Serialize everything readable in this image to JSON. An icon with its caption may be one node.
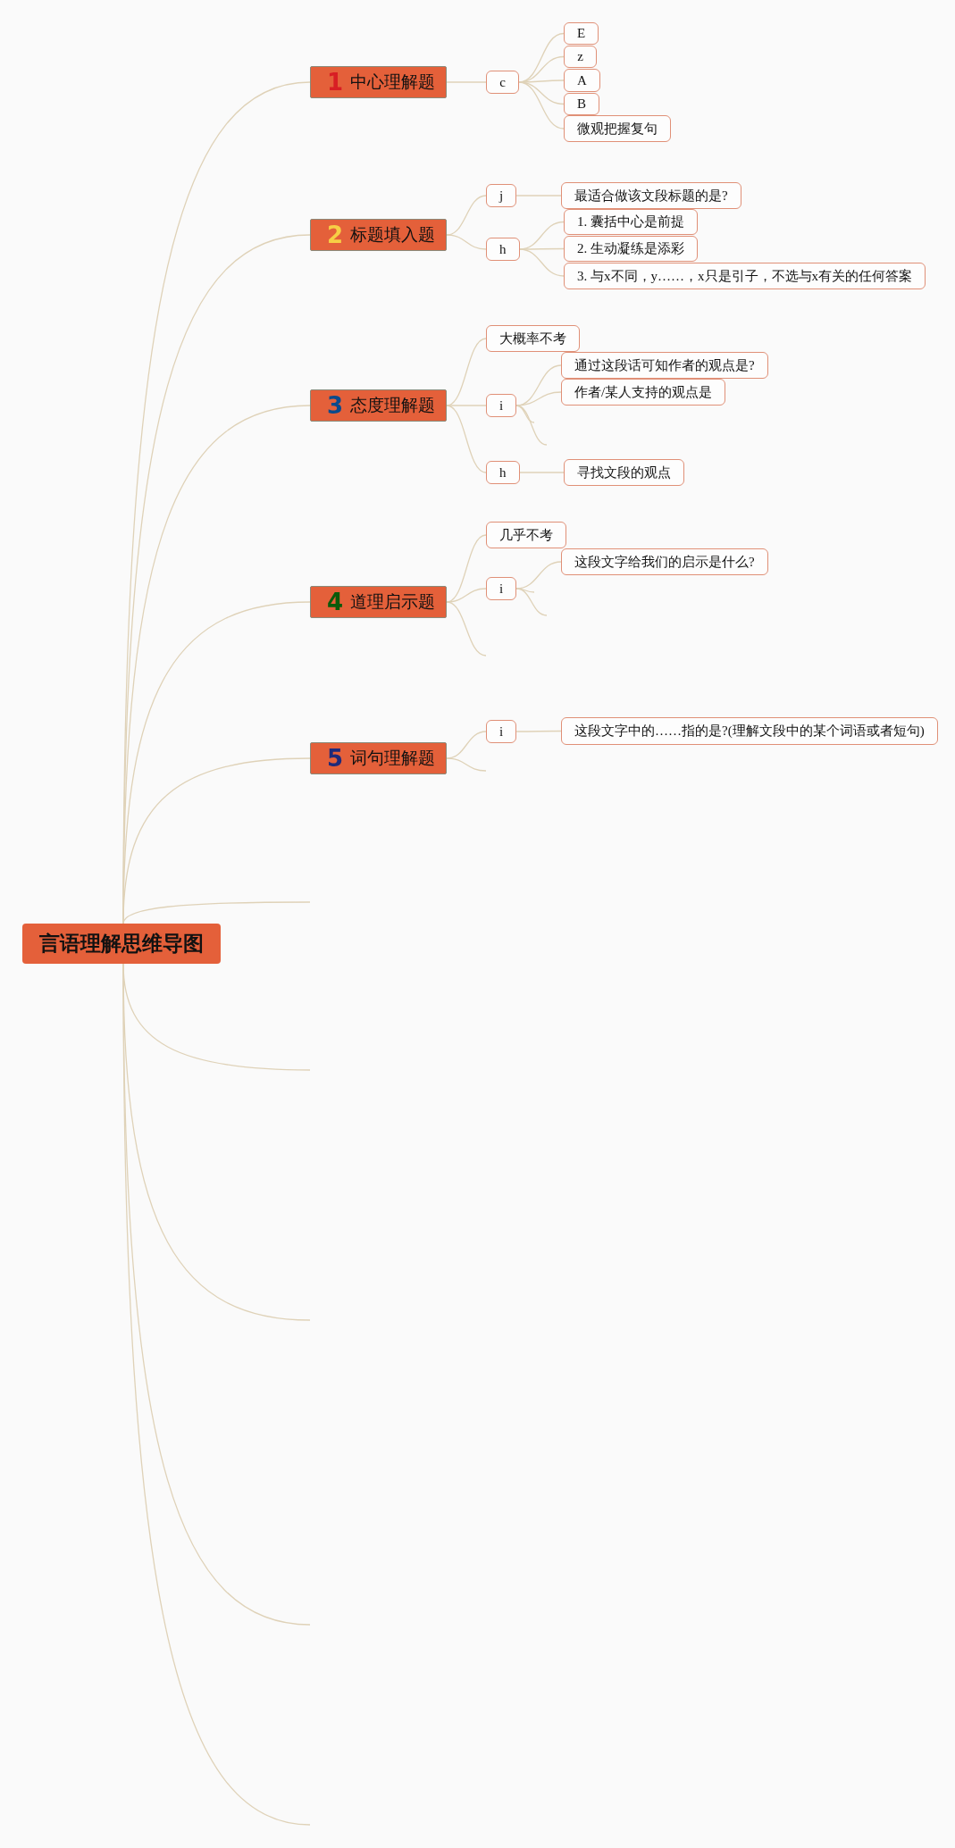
{
  "diagram": {
    "nodes": [
      {
        "text": [
          "言语理解思维导图"
        ]
      },
      {
        "text": [
          "1",
          "中心理解题"
        ]
      },
      {
        "text": [
          "c"
        ]
      },
      {
        "text": [
          "E"
        ]
      },
      {
        "text": [
          "z"
        ]
      },
      {
        "text": [
          "A"
        ]
      },
      {
        "text": [
          "B"
        ]
      },
      {
        "text": [
          "微观把握复句"
        ]
      },
      {
        "text": [
          "2",
          "标题填入题"
        ]
      },
      {
        "text": [
          "j"
        ]
      },
      {
        "text": [
          "最适合做该文段标题的是?"
        ]
      },
      {
        "text": [
          "h"
        ]
      },
      {
        "text": [
          "1. 囊括中心是前提"
        ]
      },
      {
        "text": [
          "2. 生动凝练是添彩"
        ]
      },
      {
        "text": [
          "3. 与x不同，y……，x只是引子，不选与x有关的任何答案"
        ]
      },
      {
        "text": [
          "3",
          "态度理解题"
        ]
      },
      {
        "text": [
          "大概率不考"
        ]
      },
      {
        "text": [
          "i"
        ]
      },
      {
        "text": [
          "通过这段话可知作者的观点是?"
        ]
      },
      {
        "text": [
          "作者/某人支持的观点是"
        ]
      },
      {
        "text": [
          "h"
        ]
      },
      {
        "text": [
          "寻找文段的观点"
        ]
      },
      {
        "text": [
          "4",
          "道理启示题"
        ]
      },
      {
        "text": [
          "几乎不考"
        ]
      },
      {
        "text": [
          "i"
        ]
      },
      {
        "text": [
          "这段文字给我们的启示是什么?"
        ]
      },
      {
        "text": [
          "5",
          "词句理解题"
        ]
      },
      {
        "text": [
          "i"
        ]
      },
      {
        "text": [
          "这段文字中的……指的是?(理解文段中的某个词语或者短句)"
        ]
      }
    ],
    "edges": [
      {
        "from": 0,
        "to": 1,
        "arrow": "none"
      },
      {
        "from": 0,
        "to": 8,
        "arrow": "none"
      },
      {
        "from": 0,
        "to": 15,
        "arrow": "none"
      },
      {
        "from": 0,
        "to": 22,
        "arrow": "none"
      },
      {
        "from": 0,
        "to": 26,
        "arrow": "none"
      },
      {
        "from": 0,
        "to": null,
        "arrow": "none"
      },
      {
        "from": 0,
        "to": null,
        "arrow": "none"
      },
      {
        "from": 0,
        "to": null,
        "arrow": "none"
      },
      {
        "from": 0,
        "to": null,
        "arrow": "none"
      },
      {
        "from": 0,
        "to": null,
        "arrow": "none"
      },
      {
        "from": 1,
        "to": 2,
        "arrow": "none"
      },
      {
        "from": 2,
        "to": 3,
        "arrow": "none"
      },
      {
        "from": 2,
        "to": 4,
        "arrow": "none"
      },
      {
        "from": 2,
        "to": 5,
        "arrow": "none"
      },
      {
        "from": 2,
        "to": 6,
        "arrow": "none"
      },
      {
        "from": 2,
        "to": 7,
        "arrow": "none"
      },
      {
        "from": 8,
        "to": 9,
        "arrow": "none"
      },
      {
        "from": 8,
        "to": 11,
        "arrow": "none"
      },
      {
        "from": 9,
        "to": 10,
        "arrow": "none"
      },
      {
        "from": 11,
        "to": 12,
        "arrow": "none"
      },
      {
        "from": 11,
        "to": 13,
        "arrow": "none"
      },
      {
        "from": 11,
        "to": 14,
        "arrow": "none"
      },
      {
        "from": 15,
        "to": 16,
        "arrow": "none"
      },
      {
        "from": 15,
        "to": 17,
        "arrow": "none"
      },
      {
        "from": 15,
        "to": 20,
        "arrow": "none"
      },
      {
        "from": 17,
        "to": 18,
        "arrow": "none"
      },
      {
        "from": 17,
        "to": 19,
        "arrow": "none"
      },
      {
        "from": 17,
        "to": null,
        "arrow": "none"
      },
      {
        "from": 17,
        "to": null,
        "arrow": "none"
      },
      {
        "from": 20,
        "to": 21,
        "arrow": "none"
      },
      {
        "from": 22,
        "to": 23,
        "arrow": "none"
      },
      {
        "from": 22,
        "to": 24,
        "arrow": "none"
      },
      {
        "from": 22,
        "to": null,
        "arrow": "none"
      },
      {
        "from": 24,
        "to": 25,
        "arrow": "none"
      },
      {
        "from": 24,
        "to": null,
        "arrow": "none"
      },
      {
        "from": 24,
        "to": null,
        "arrow": "none"
      },
      {
        "from": 26,
        "to": 27,
        "arrow": "none"
      },
      {
        "from": 26,
        "to": null,
        "arrow": "none"
      },
      {
        "from": 27,
        "to": 28,
        "arrow": "none"
      }
    ]
  }
}
